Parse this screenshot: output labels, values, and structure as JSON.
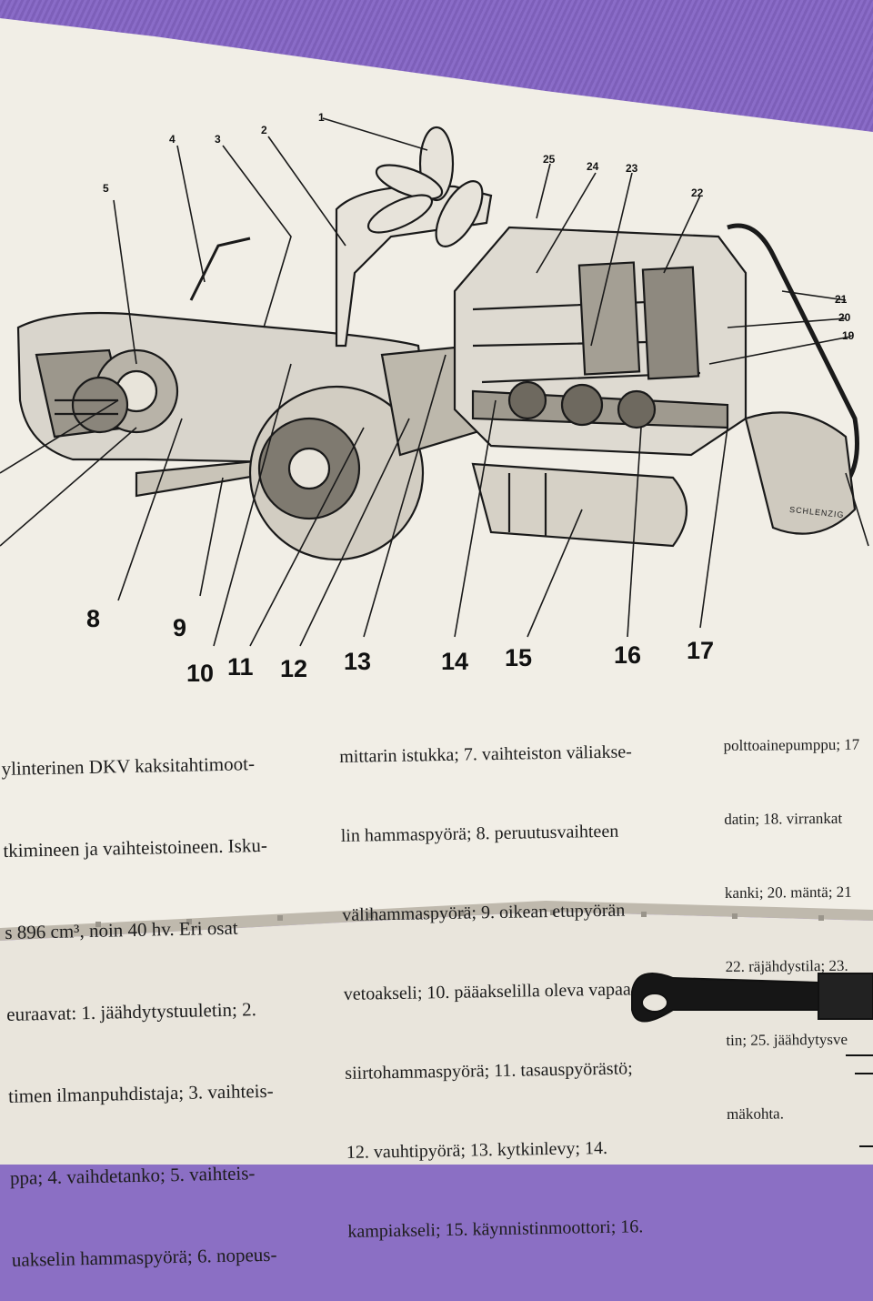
{
  "signature": "SCHLENZIG",
  "callouts": [
    "1",
    "2",
    "3",
    "4",
    "5",
    "8",
    "9",
    "10",
    "11",
    "12",
    "13",
    "14",
    "15",
    "16",
    "17",
    "19",
    "20",
    "21",
    "22",
    "23",
    "24",
    "25"
  ],
  "caption": {
    "left": [
      "ylinterinen DKV kaksitahtimoot-",
      "tkimineen ja vaihteistoineen. Isku-",
      "s 896 cm³, noin 40 hv. Eri osat",
      "euraavat: 1. jäähdytystuuletin; 2.",
      "timen ilmanpuhdistaja; 3. vaihteis-",
      "ppa; 4. vaihdetanko; 5. vaihteis-",
      "uakselin hammaspyörä; 6. nopeus-"
    ],
    "middle": [
      "mittarin istukka; 7. vaihteiston väliakse-",
      "lin hammaspyörä; 8. peruutusvaihteen",
      "välihammaspyörä; 9. oikean etupyörän",
      "vetoakseli; 10. pääakselilla oleva vapaa",
      "siirtohammaspyörä; 11. tasauspyörästö;",
      "12. vauhtipyörä; 13. kytkinlevy; 14.",
      "kampiakseli; 15. käynnistinmoottori; 16."
    ],
    "right": [
      "polttoainepumppu; 17",
      "datin; 18. virrankat",
      "kanki; 20. mäntä; 21",
      "22. räjähdystila; 23.",
      "tin; 25. jäähdytysve",
      "mäkohta."
    ]
  }
}
